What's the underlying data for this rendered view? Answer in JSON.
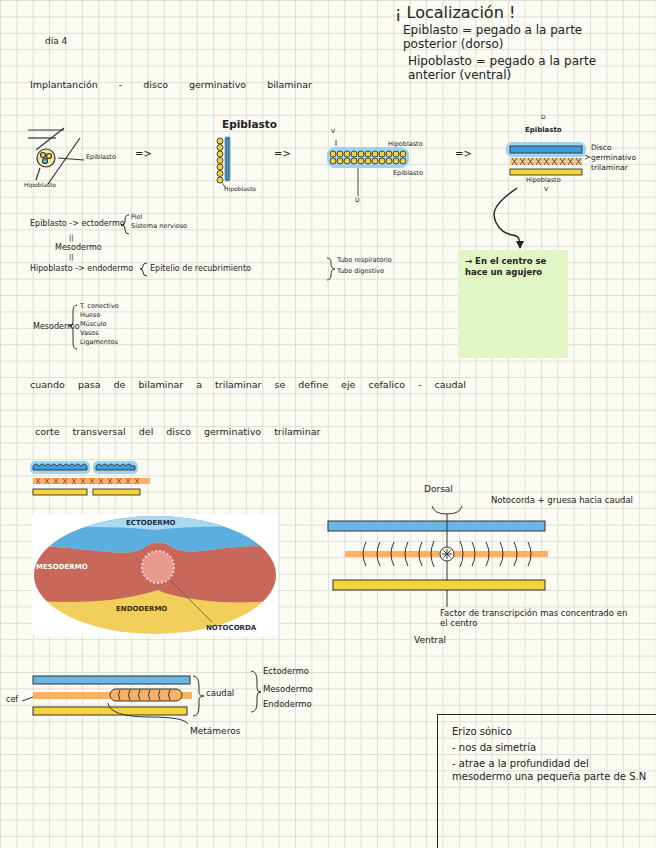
{
  "diagram": {
    "nodes": [
      {
        "text": [
          "Disco germinativo trilaminar"
        ]
      },
      {
        "text": [
          "→ En el centro se hace un agujero"
        ]
      },
      {
        "text": [
          "Erizo sónico",
          "- nos da simetría",
          "- atrae a la profundidad del mesodermo una pequeña parte de S.N"
        ]
      }
    ],
    "edges": [
      {
        "from": 0,
        "to": 1,
        "arrow": "to"
      }
    ],
    "labels": [
      "día 4",
      "¡ Localización !",
      "Epiblasto = pegado a la parte posterior (dorso)",
      "Hipoblasto = pegado a la parte anterior (ventral)",
      "Implantanción - disco germinativo bilaminar",
      "Epiblasto",
      "Hipoblasto",
      "=>",
      "Epiblasto",
      "Hipoblasto",
      "=>",
      "V",
      "Hipoblasto",
      "Epiblasto",
      "D",
      "=>",
      "D",
      "Epiblasto",
      "Hipoblasto",
      "V",
      ">",
      "Epiblasto -> ectodermo",
      "Piel",
      "Sistema nervioso",
      "||",
      "Mesodermo",
      "||",
      "Hipoblasto -> endodermo",
      "Epitelio de recubrimiento",
      "Tubo respiratorio",
      "Tubo digestivo",
      "Mesodermo",
      "T. conectivo",
      "Hueso",
      "Músculo",
      "Vasos",
      "Ligamentos",
      "cuando pasa de bilaminar a trilaminar se define eje cefalico - caudal",
      "corte transversal del disco germinativo trilaminar",
      "ECTODERMO",
      "MESODERMO",
      "ENDODERMO",
      "NOTOCORDA",
      "Dorsal",
      "Notocorda + gruesa hacia caudal",
      "Factor de transcripción mas concentrado en el centro",
      "Ventral",
      "cef",
      "caudal",
      "Ectodermo",
      "Mesodermo",
      "Endodermo",
      "Metámeros"
    ]
  }
}
